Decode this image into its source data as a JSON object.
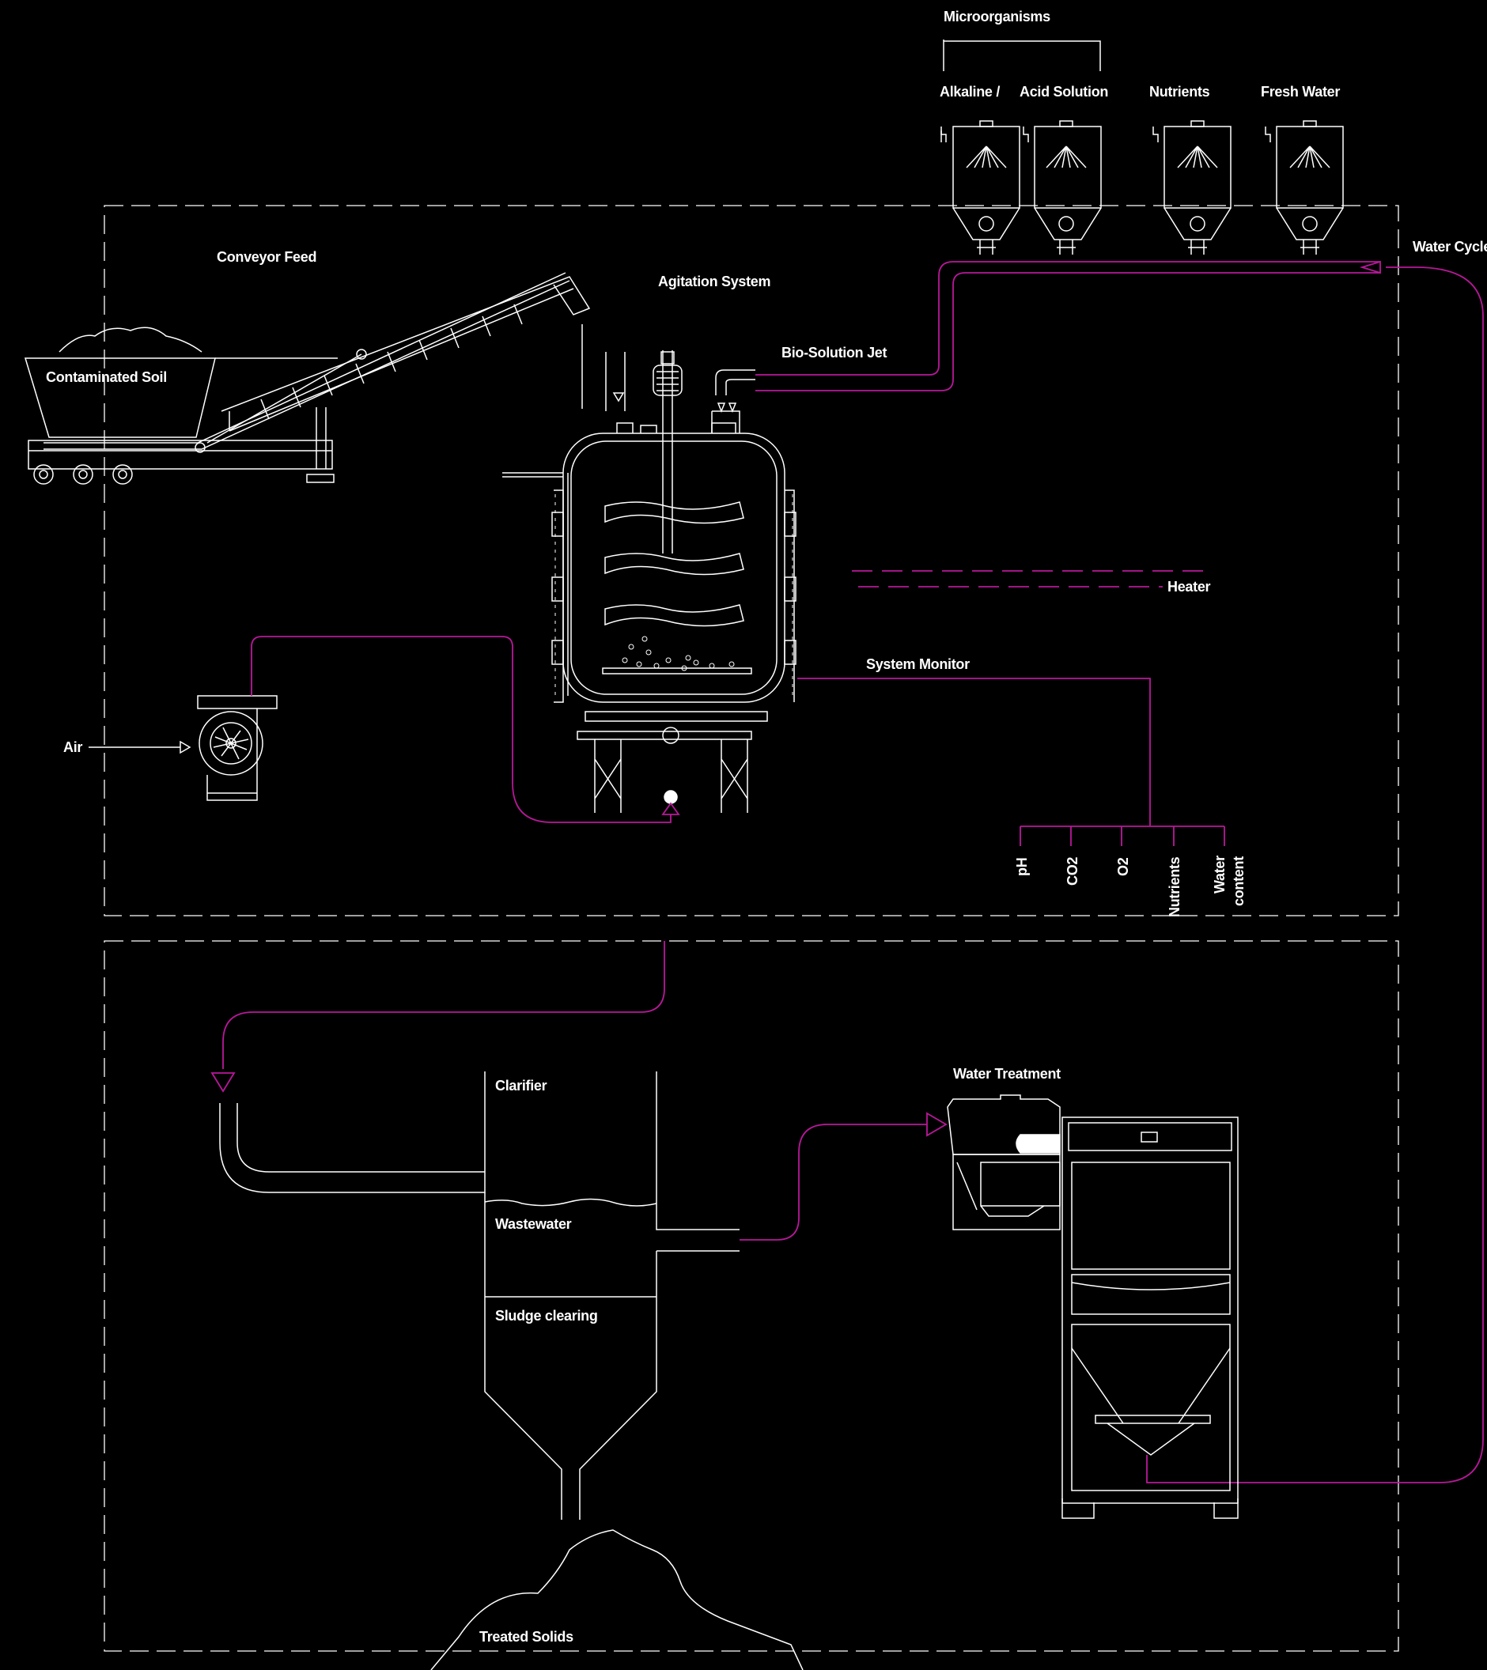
{
  "labels": {
    "microorganisms": "Microorganisms",
    "alkaline": "Alkaline /",
    "acid_solution": "Acid Solution",
    "nutrients_top": "Nutrients",
    "fresh_water": "Fresh Water",
    "water_cycle": "Water Cycle",
    "conveyor_feed": "Conveyor Feed",
    "agitation_system": "Agitation System",
    "bio_solution_jet": "Bio-Solution Jet",
    "contaminated_soil": "Contaminated Soil",
    "heater": "Heater",
    "system_monitor": "System Monitor",
    "air": "Air",
    "clarifier": "Clarifier",
    "wastewater": "Wastewater",
    "sludge_clearing": "Sludge clearing",
    "water_treatment": "Water Treatment",
    "treated_solids": "Treated Solids"
  },
  "monitor_params": [
    "pH",
    "CO2",
    "O2",
    "Nutrients",
    "Water",
    "content"
  ],
  "colors": {
    "background": "#000000",
    "line": "#ffffff",
    "accent": "#b8189a"
  }
}
